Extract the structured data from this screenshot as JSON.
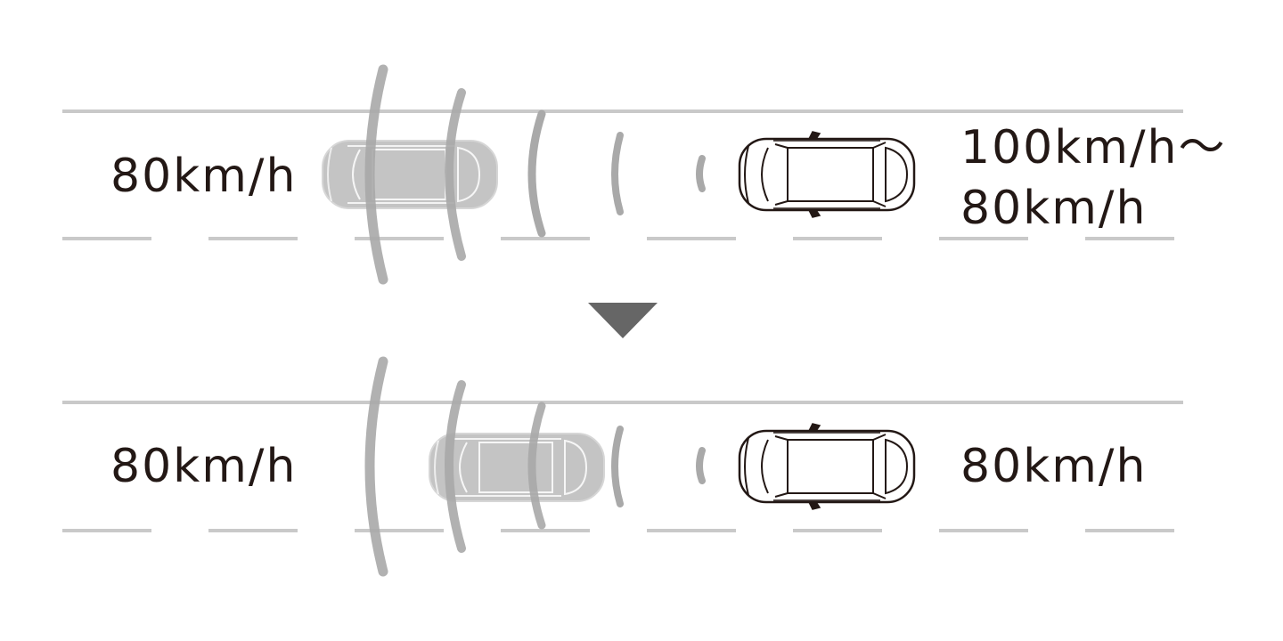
{
  "scenes": [
    {
      "id": "before",
      "follower_speed": "80km/h",
      "leader_speed_line1": "100km/h〜",
      "leader_speed_line2": "80km/h"
    },
    {
      "id": "after",
      "follower_speed": "80km/h",
      "leader_speed_line1": "80km/h",
      "leader_speed_line2": ""
    }
  ],
  "colors": {
    "lane": "#c9c9c9",
    "wave": "#a9a9a9",
    "ghost_car": "#c4c4c4",
    "lead_car_stroke": "#231815",
    "arrow": "#666666",
    "text": "#231815"
  },
  "icons": {
    "transition": "down-triangle-icon",
    "follower": "ghost-car-icon",
    "leader": "car-top-view-icon",
    "radar": "radar-wave-icon"
  }
}
